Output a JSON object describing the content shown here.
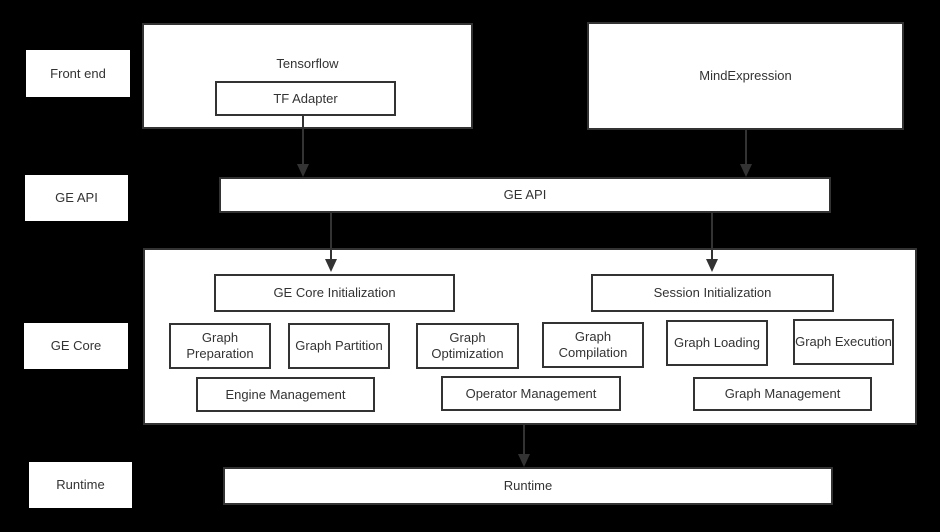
{
  "colors": {
    "background": "#000000",
    "box_fill": "#ffffff",
    "border": "#333333",
    "text": "#333333",
    "arrow": "#333333"
  },
  "side_labels": {
    "front_end": "Front end",
    "ge_api": "GE API",
    "ge_core": "GE Core",
    "runtime": "Runtime"
  },
  "front_end": {
    "tensorflow_label": "Tensorflow",
    "tf_adapter_label": "TF Adapter",
    "mind_expression_label": "MindExpression"
  },
  "ge_api": {
    "label": "GE API"
  },
  "ge_core": {
    "initialization": [
      "GE Core Initialization",
      "Session Initialization"
    ],
    "modules": [
      "Graph Preparation",
      "Graph Partition",
      "Graph Optimization",
      "Graph Compilation",
      "Graph Loading",
      "Graph Execution"
    ],
    "management": [
      "Engine Management",
      "Operator Management",
      "Graph Management"
    ]
  },
  "runtime": {
    "label": "Runtime"
  }
}
